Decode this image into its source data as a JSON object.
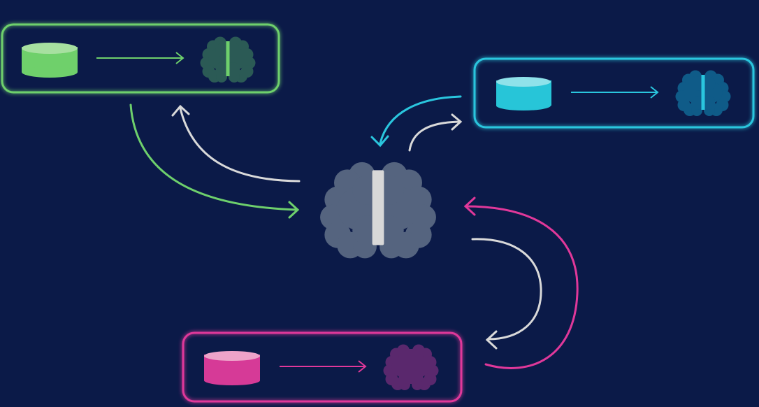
{
  "colors": {
    "background": "#0b1a48",
    "green": "#6ed06c",
    "cyan": "#2ac6de",
    "pink": "#e0389a",
    "white_arrow": "#d9d9d9",
    "central_brain": "#55647f",
    "central_divider": "#d8d8d8",
    "green_db": "#6fd06b",
    "green_db_top": "#a7e0a0",
    "green_brain": "#2b5a55",
    "cyan_db": "#27c5d8",
    "cyan_db_top": "#8fe2ea",
    "cyan_brain": "#0f5b88",
    "pink_db": "#d63a97",
    "pink_db_top": "#eea3c9",
    "pink_brain": "#5a286d"
  },
  "nodes": [
    {
      "id": "central-model",
      "icon": "brain-icon",
      "role": "central"
    },
    {
      "id": "green-client",
      "icons": [
        "database-icon",
        "arrow-right-icon",
        "brain-icon"
      ]
    },
    {
      "id": "cyan-client",
      "icons": [
        "database-icon",
        "arrow-right-icon",
        "brain-icon"
      ]
    },
    {
      "id": "pink-client",
      "icons": [
        "database-icon",
        "arrow-right-icon",
        "brain-icon"
      ]
    }
  ],
  "edges": [
    {
      "from": "central-model",
      "to": "green-client",
      "color": "white_arrow"
    },
    {
      "from": "green-client",
      "to": "central-model",
      "color": "green"
    },
    {
      "from": "central-model",
      "to": "cyan-client",
      "color": "white_arrow"
    },
    {
      "from": "cyan-client",
      "to": "central-model",
      "color": "cyan"
    },
    {
      "from": "central-model",
      "to": "pink-client",
      "color": "white_arrow"
    },
    {
      "from": "pink-client",
      "to": "central-model",
      "color": "pink"
    }
  ]
}
